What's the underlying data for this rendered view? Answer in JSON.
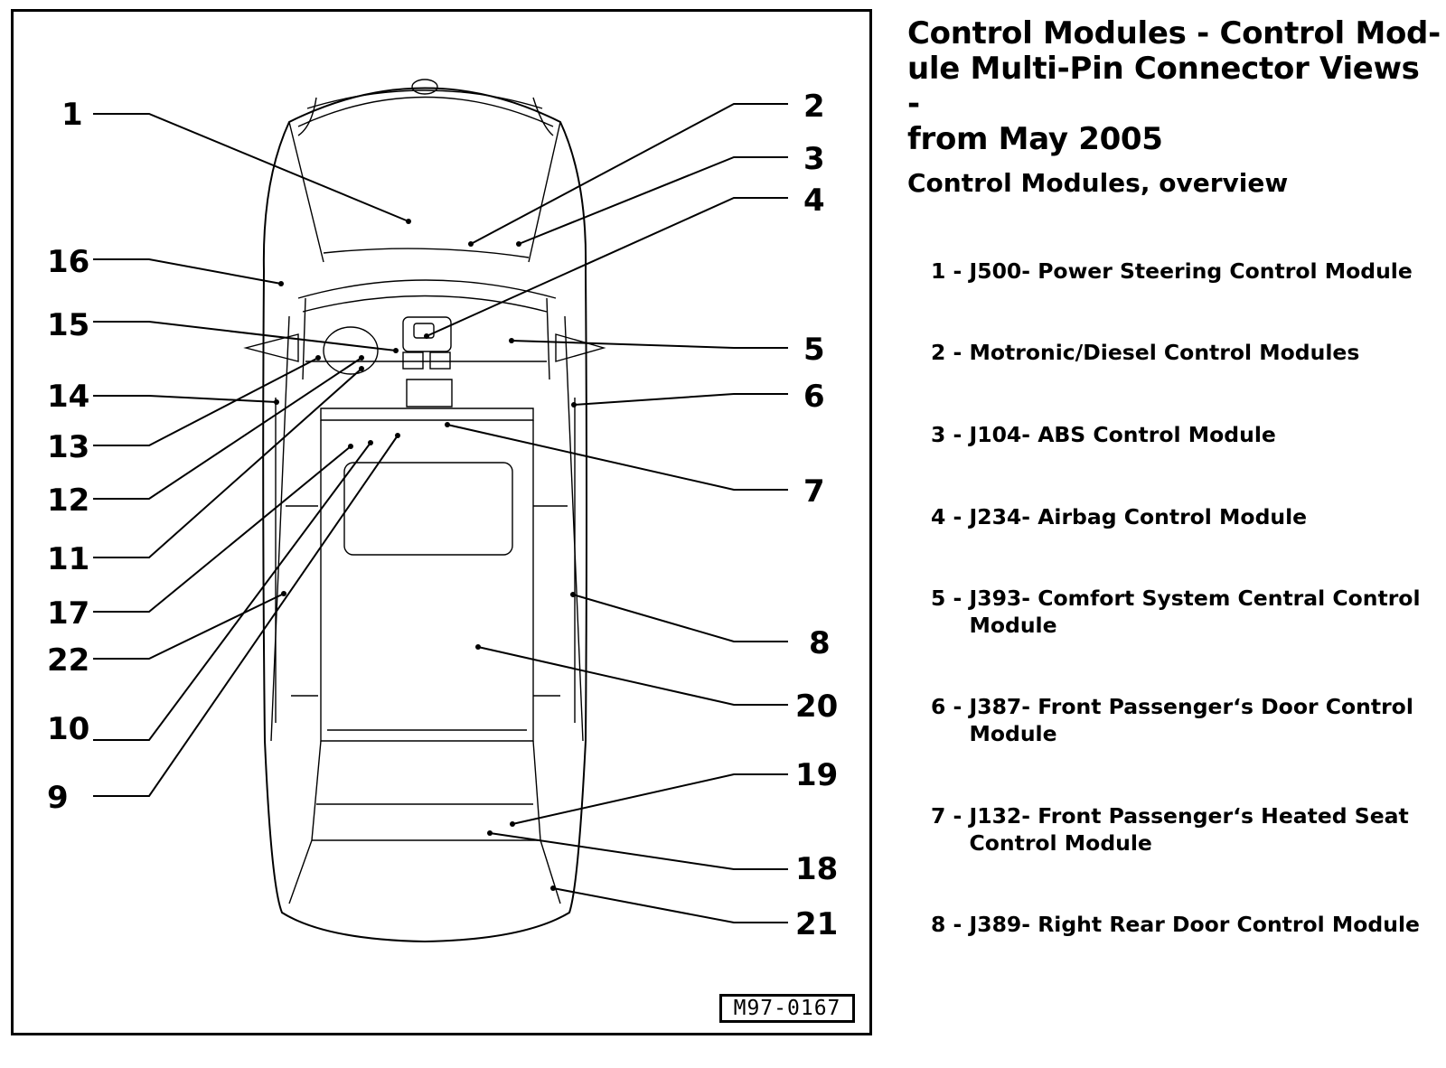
{
  "header": {
    "title_line1": "Control Modules - Control Mod-",
    "title_line2": "ule Multi-Pin Connector Views -",
    "title_line3": "from May 2005",
    "subtitle": "Control Modules, overview"
  },
  "diagram": {
    "code": "M97-0167",
    "callouts": [
      "1",
      "2",
      "3",
      "4",
      "5",
      "6",
      "7",
      "8",
      "9",
      "10",
      "11",
      "12",
      "13",
      "14",
      "15",
      "16",
      "17",
      "18",
      "19",
      "20",
      "21",
      "22"
    ]
  },
  "legend": [
    {
      "num": "1 - ",
      "text": "J500- Power Steering Control Module"
    },
    {
      "num": "2 - ",
      "text": "Motronic/Diesel Control Modules"
    },
    {
      "num": "3 - ",
      "text": "J104- ABS Control Module"
    },
    {
      "num": "4 - ",
      "text": "J234- Airbag Control Module"
    },
    {
      "num": "5 - ",
      "text": "J393- Comfort System Central Control Module"
    },
    {
      "num": "6 - ",
      "text": "J387- Front Passenger‘s Door Control Module"
    },
    {
      "num": "7 - ",
      "text": "J132- Front Passenger‘s Heated Seat Control Module"
    },
    {
      "num": "8 - ",
      "text": "J389- Right Rear Door Control Module"
    }
  ]
}
